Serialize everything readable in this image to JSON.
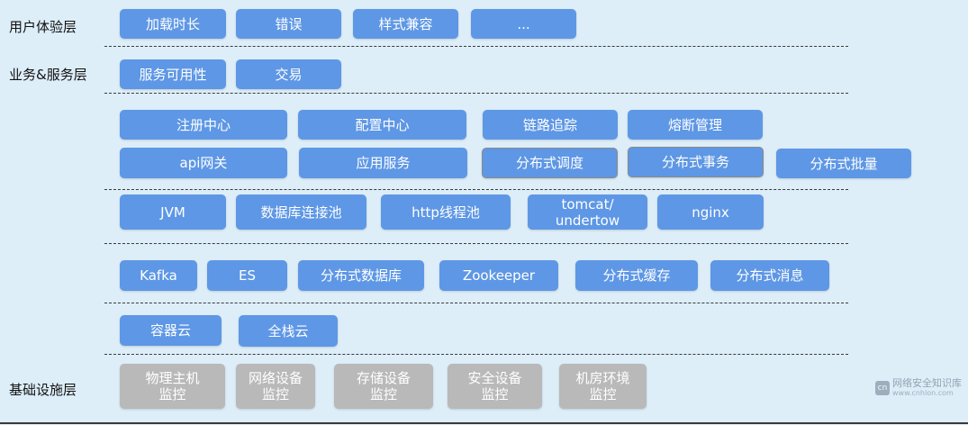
{
  "layers": {
    "user_experience": "用户体验层",
    "business_service": "业务&服务层",
    "infrastructure": "基础设施层"
  },
  "row_ux": [
    "加载时长",
    "错误",
    "样式兼容",
    "..."
  ],
  "row_biz": [
    "服务可用性",
    "交易"
  ],
  "row_middleware_1": [
    "注册中心",
    "配置中心",
    "链路追踪",
    "熔断管理"
  ],
  "row_middleware_2": [
    "api网关",
    "应用服务",
    "分布式调度",
    "分布式事务",
    "分布式批量"
  ],
  "row_runtime": [
    "JVM",
    "数据库连接池",
    "http线程池",
    "tomcat/\nundertow",
    "nginx"
  ],
  "row_data": [
    "Kafka",
    "ES",
    "分布式数据库",
    "Zookeeper",
    "分布式缓存",
    "分布式消息"
  ],
  "row_cloud": [
    "容器云",
    "全栈云"
  ],
  "row_infra": [
    "物理主机\n监控",
    "网络设备\n监控",
    "存储设备\n监控",
    "安全设备\n监控",
    "机房环境\n监控"
  ],
  "watermark": {
    "logo": "cn",
    "title": "网络安全知识库",
    "url": "www.cnhlon.com"
  },
  "colors": {
    "box_blue": "#5e97e5",
    "box_gray": "#b9b9b9",
    "background": "#ddeef9"
  }
}
